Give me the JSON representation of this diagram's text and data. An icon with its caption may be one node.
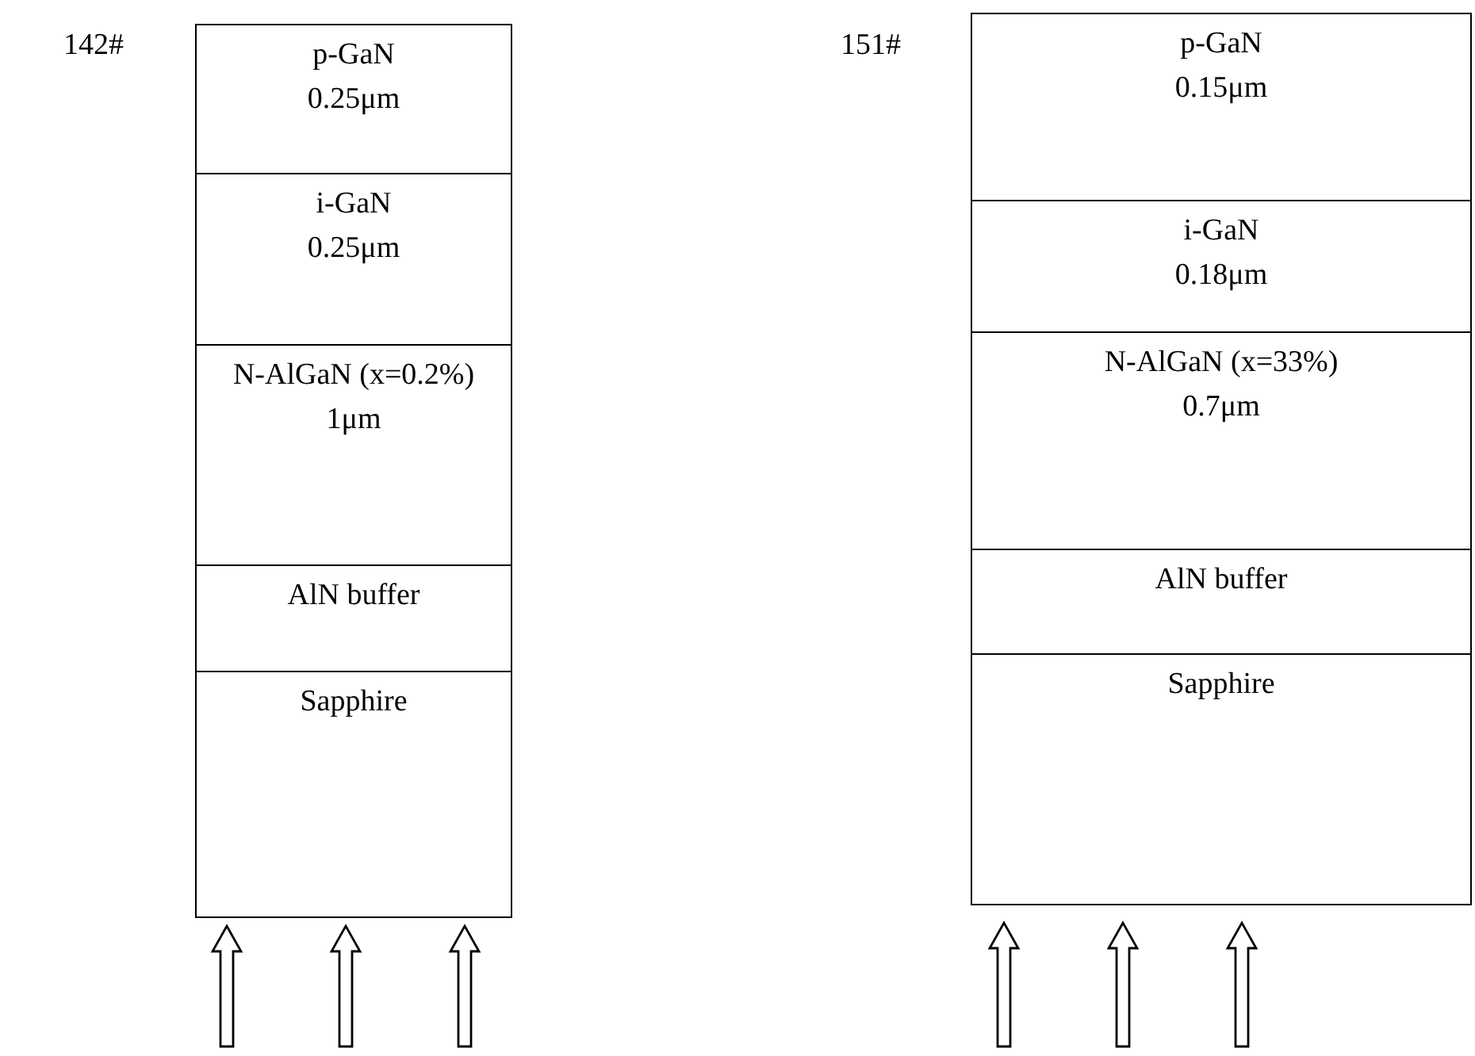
{
  "diagram": {
    "nodes": [
      {
        "text": [
          "p-GaN",
          "0.25μm"
        ]
      },
      {
        "text": [
          "i-GaN",
          "0.25μm"
        ]
      },
      {
        "text": [
          "N-AlGaN (x=0.2%)",
          "1μm"
        ]
      },
      {
        "text": [
          "AlN buffer"
        ]
      },
      {
        "text": [
          "Sapphire"
        ]
      },
      {
        "text": [
          "p-GaN",
          "0.15μm"
        ]
      },
      {
        "text": [
          "i-GaN",
          "0.18μm"
        ]
      },
      {
        "text": [
          "N-AlGaN (x=33%)",
          "0.7μm"
        ]
      },
      {
        "text": [
          "AlN buffer"
        ]
      },
      {
        "text": [
          "Sapphire"
        ]
      }
    ],
    "labels": [
      "142#",
      "151#"
    ]
  }
}
